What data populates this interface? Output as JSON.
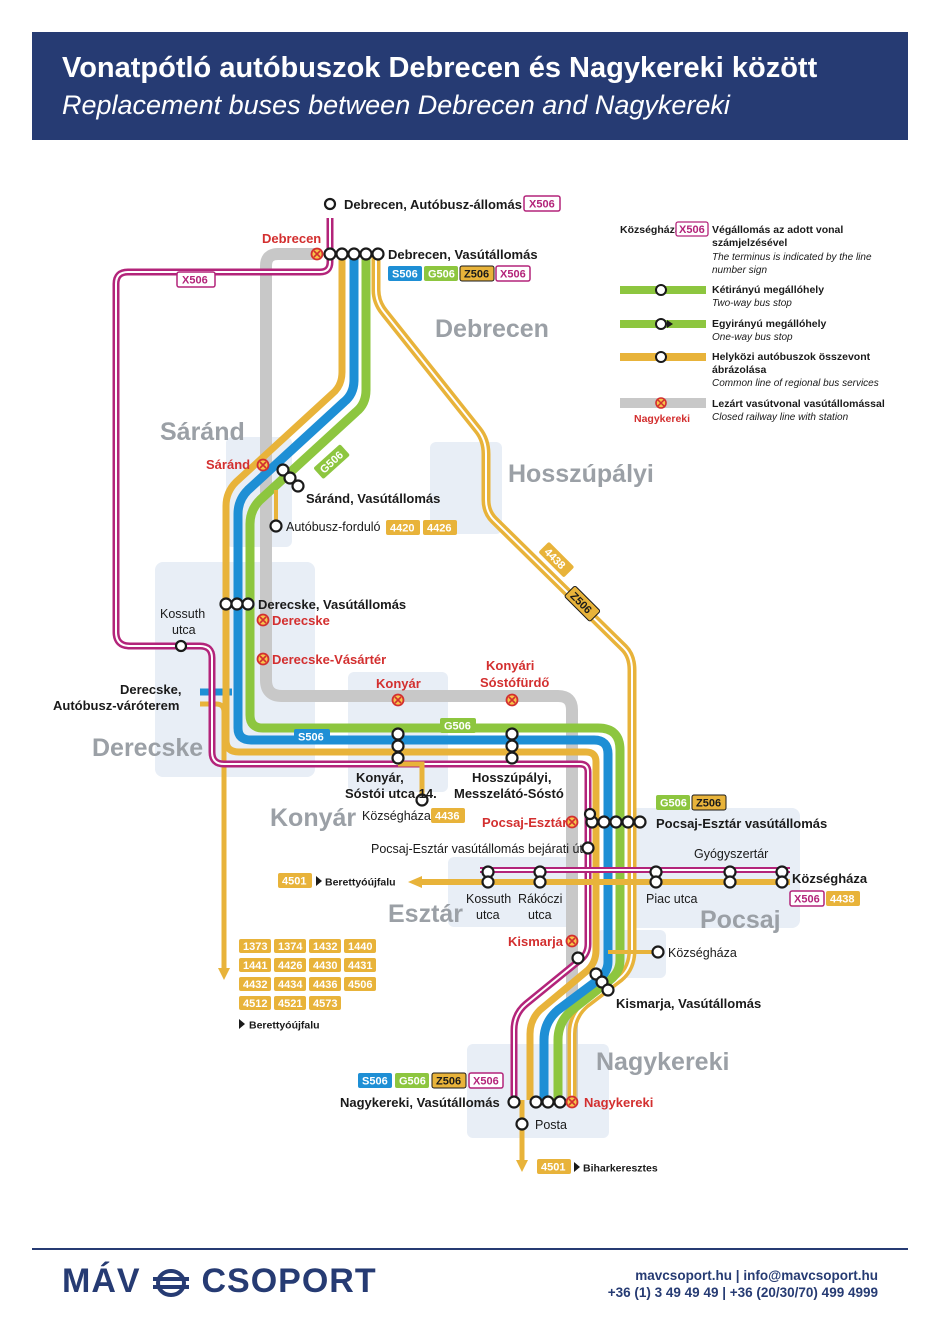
{
  "header": {
    "title_hu": "Vonatpótló autóbuszok Debrecen és Nagykereki között",
    "title_en": "Replacement buses between Debrecen and Nagykereki"
  },
  "colors": {
    "header_bg": "#263b73",
    "S506": "#1e8fd5",
    "G506": "#8dc63f",
    "Z506": "#e8b33a",
    "X506": "#b3247a",
    "regional": "#e8b33a",
    "closed_rail": "#c8c8c8",
    "station_red": "#d32f2f"
  },
  "towns": {
    "debrecen": "Debrecen",
    "sarand": "Sáránd",
    "hosszupalyi": "Hosszúpályi",
    "derecske": "Derecske",
    "konyar": "Konyár",
    "esztar": "Esztár",
    "pocsaj": "Pocsaj",
    "nagykereki": "Nagykereki"
  },
  "stops": {
    "debrecen_bus": "Debrecen, Autóbusz-állomás",
    "debrecen_rail": "Debrecen, Vasútállomás",
    "debrecen_closed": "Debrecen",
    "sarand_closed": "Sáránd",
    "sarand_rail": "Sáránd, Vasútállomás",
    "autobusz_fordulo": "Autóbusz-forduló",
    "derecske_rail": "Derecske, Vasútállomás",
    "derecske_closed": "Derecske",
    "derecske_vasarter": "Derecske-Vásártér",
    "kossuth1": "Kossuth",
    "kossuth2": "utca",
    "derecske_bus1": "Derecske,",
    "derecske_bus2": "Autóbusz-váróterem",
    "konyar_closed": "Konyár",
    "konyari_sosto1": "Konyári",
    "konyari_sosto2": "Sóstófürdő",
    "konyar_sostoi1": "Konyár,",
    "konyar_sostoi2": "Sóstói utca 14.",
    "kozseghaza": "Községháza",
    "hosszupalyi_messz1": "Hosszúpályi,",
    "hosszupalyi_messz2": "Messzelátó-Sóstó",
    "pocsaj_esztar_closed": "Pocsaj-Esztár",
    "pocsaj_esztar_rail": "Pocsaj-Esztár vasútállomás",
    "pocsaj_bejarati": "Pocsaj-Esztár vasútállomás bejárati út",
    "gyogyszertar": "Gyógyszertár",
    "pocsaj_kozseghaza": "Községháza",
    "piac_utca": "Piac utca",
    "kossuth_utca1": "Kossuth",
    "kossuth_utca2": "utca",
    "rakoczi1": "Rákóczi",
    "rakoczi2": "utca",
    "kismarja_closed": "Kismarja",
    "kismarja_kozseghaza": "Községháza",
    "kismarja_rail": "Kismarja, Vasútállomás",
    "nagykereki_rail": "Nagykereki, Vasútállomás",
    "nagykereki_closed": "Nagykereki",
    "posta": "Posta",
    "berettyoujfalu": "Berettyóújfalu",
    "biharkeresztes": "Biharkeresztes"
  },
  "badges": {
    "S506": "S506",
    "G506": "G506",
    "Z506": "Z506",
    "X506": "X506",
    "b4420": "4420",
    "b4426": "4426",
    "b4436": "4436",
    "b4438": "4438",
    "b4501": "4501",
    "regional_list": [
      "1373",
      "1374",
      "1432",
      "1440",
      "1441",
      "4426",
      "4430",
      "4431",
      "4432",
      "4434",
      "4436",
      "4506",
      "4512",
      "4521",
      "4573"
    ]
  },
  "legend": {
    "terminus_sample": "Községháza",
    "terminus_badge": "X506",
    "terminus_hu1": "Végállomás az adott vonal",
    "terminus_hu2": "számjelzésével",
    "terminus_en1": "The terminus is indicated by the line",
    "terminus_en2": "number sign",
    "twoway_hu": "Kétirányú megállóhely",
    "twoway_en": "Two-way bus stop",
    "oneway_hu": "Egyirányú megállóhely",
    "oneway_en": "One-way bus stop",
    "regional_hu1": "Helyközi autóbuszok összevont",
    "regional_hu2": "ábrázolása",
    "regional_en": "Common line of regional bus services",
    "closed_hu": "Lezárt vasútvonal vasútállomással",
    "closed_en": "Closed railway line with station",
    "closed_sample": "Nagykereki"
  },
  "footer": {
    "logo_left": "MÁV",
    "logo_right": "CSOPORT",
    "contact1": "mavcsoport.hu | info@mavcsoport.hu",
    "contact2": "+36 (1) 3 49 49 49 | +36 (20/30/70) 499 4999"
  }
}
